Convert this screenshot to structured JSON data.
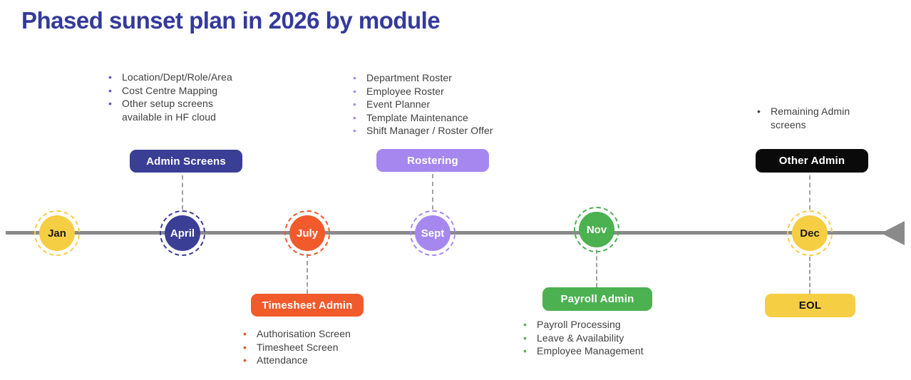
{
  "title": "Phased sunset plan in 2026 by module",
  "colors": {
    "title": "#343a9b",
    "timeline_line": "#8a8a8a",
    "connector": "#a2a2a2",
    "indigo": "#3b3e95",
    "orange": "#f15a2b",
    "purple": "#a687f0",
    "green": "#4cb151",
    "yellow": "#f6ce44",
    "black": "#0a0a0a",
    "list_text": "#404040"
  },
  "milestones": [
    {
      "month": "Jan",
      "theme": "yellow"
    },
    {
      "month": "April",
      "theme": "indigo",
      "badge": "Admin Screens",
      "badge_position": "above",
      "items": [
        "Location/Dept/Role/Area",
        "Cost Centre Mapping",
        "Other setup screens available  in HF cloud"
      ]
    },
    {
      "month": "July",
      "theme": "orange",
      "badge": "Timesheet Admin",
      "badge_position": "below",
      "items": [
        "Authorisation Screen",
        "Timesheet Screen",
        "Attendance"
      ]
    },
    {
      "month": "Sept",
      "theme": "purple",
      "badge": "Rostering",
      "badge_position": "above",
      "items": [
        "Department Roster",
        "Employee Roster",
        "Event Planner",
        "Template Maintenance",
        "Shift Manager / Roster Offer"
      ]
    },
    {
      "month": "Nov",
      "theme": "green",
      "badge": "Payroll Admin",
      "badge_position": "below",
      "items": [
        "Payroll Processing",
        "Leave & Availability",
        "Employee Management"
      ]
    },
    {
      "month": "Dec",
      "theme": "yellow",
      "badge": "Other Admin",
      "badge_position": "above",
      "badge2": "EOL",
      "badge2_position": "below",
      "items": [
        "Remaining Admin screens"
      ]
    }
  ]
}
